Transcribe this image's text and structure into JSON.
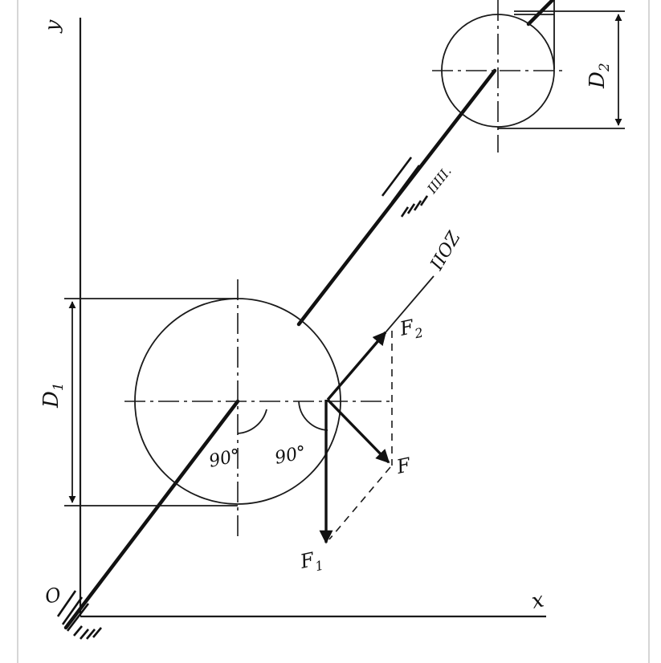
{
  "labels": {
    "y_axis": "y",
    "x_axis": "x",
    "origin": "O",
    "diameter_1": "D",
    "diameter_1_sub": "1",
    "diameter_2": "D",
    "diameter_2_sub": "2",
    "force_f": "F",
    "force_f1": "F",
    "force_f1_sub": "1",
    "force_f2": "F",
    "force_f2_sub": "2",
    "angle_left": "90°",
    "angle_right": "90°",
    "line_label": "IIOZ",
    "bearing_mark": "IIIII."
  },
  "colors": {
    "ink": "#111111",
    "background": "#ffffff"
  }
}
